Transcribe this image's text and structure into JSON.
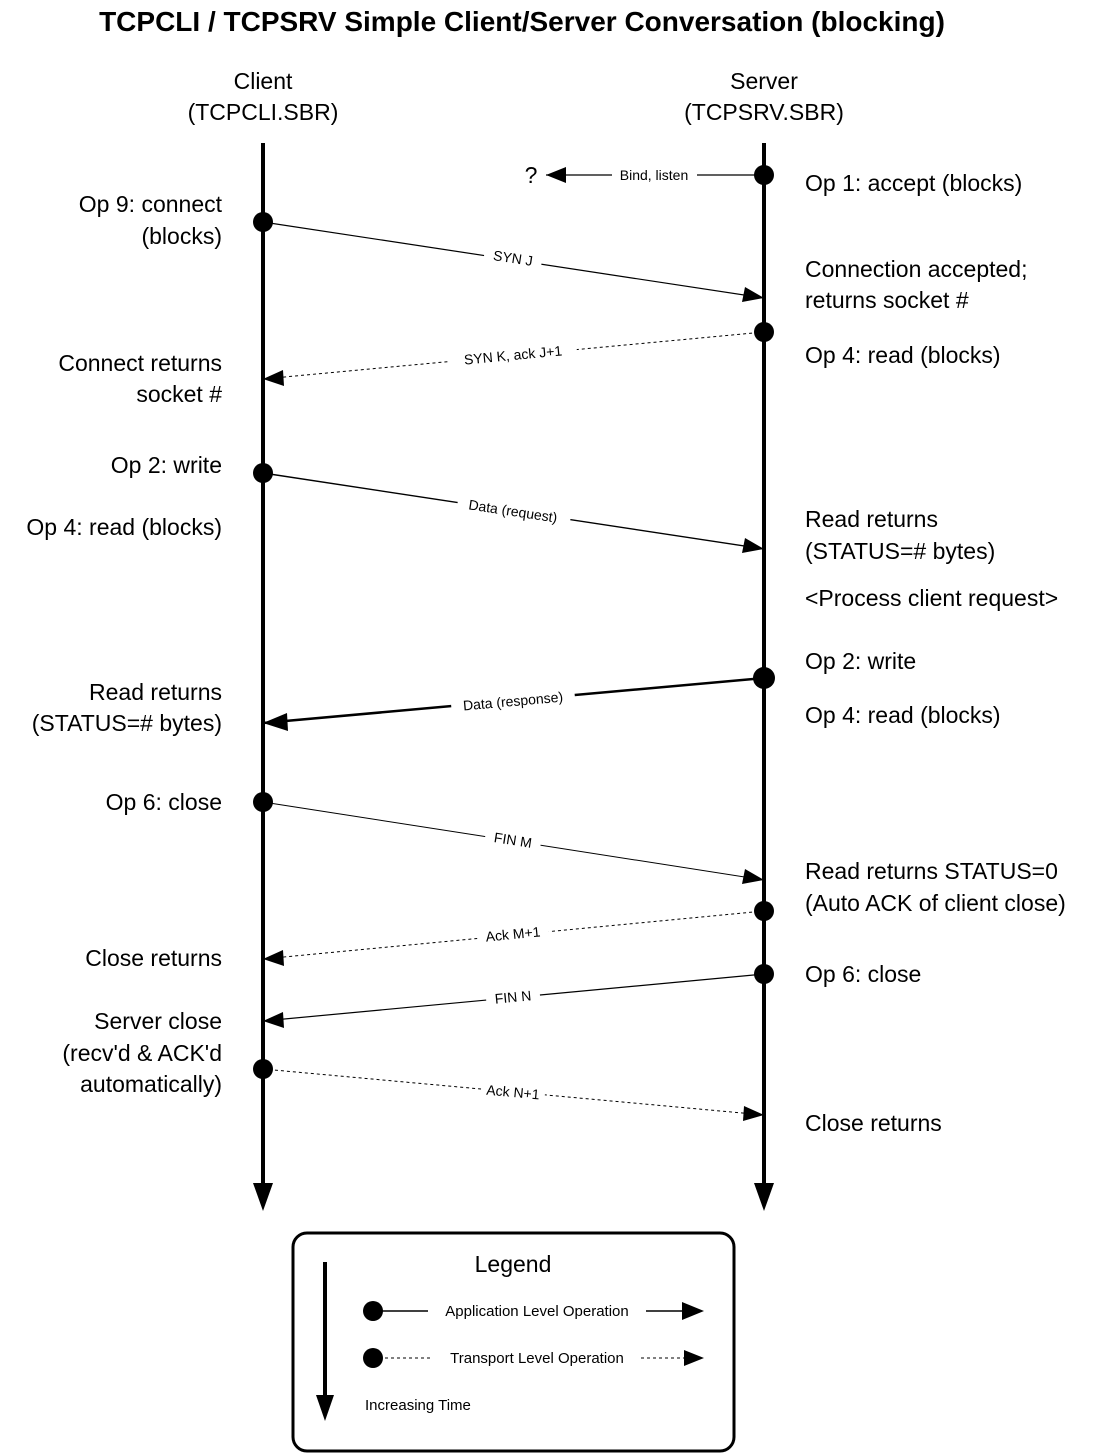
{
  "title": "TCPCLI / TCPSRV Simple Client/Server Conversation (blocking)",
  "client": {
    "name": "Client",
    "program": "(TCPCLI.SBR)"
  },
  "server": {
    "name": "Server",
    "program": "(TCPSRV.SBR)"
  },
  "messages": [
    {
      "id": "bind",
      "label": "Bind, listen",
      "from": "server",
      "to": "unknown",
      "level": "application",
      "target_label": "?"
    },
    {
      "id": "syn-j",
      "label": "SYN J",
      "from": "client",
      "to": "server",
      "level": "application"
    },
    {
      "id": "syn-k",
      "label": "SYN K, ack J+1",
      "from": "server",
      "to": "client",
      "level": "transport"
    },
    {
      "id": "data-req",
      "label": "Data (request)",
      "from": "client",
      "to": "server",
      "level": "application"
    },
    {
      "id": "data-resp",
      "label": "Data (response)",
      "from": "server",
      "to": "client",
      "level": "application"
    },
    {
      "id": "fin-m",
      "label": "FIN M",
      "from": "client",
      "to": "server",
      "level": "application"
    },
    {
      "id": "ack-m",
      "label": "Ack M+1",
      "from": "server",
      "to": "client",
      "level": "transport"
    },
    {
      "id": "fin-n",
      "label": "FIN N",
      "from": "server",
      "to": "client",
      "level": "application"
    },
    {
      "id": "ack-n",
      "label": "Ack N+1",
      "from": "client",
      "to": "server",
      "level": "transport"
    }
  ],
  "client_notes": [
    [
      "Op 9: connect",
      "(blocks)"
    ],
    [
      "Connect returns",
      "socket #"
    ],
    [
      "Op 2: write"
    ],
    [
      "Op 4: read (blocks)"
    ],
    [
      "Read returns",
      "(STATUS=# bytes)"
    ],
    [
      "Op 6: close"
    ],
    [
      "Close returns"
    ],
    [
      "Server close",
      "(recv'd & ACK'd",
      "automatically)"
    ]
  ],
  "server_notes": [
    [
      "Op 1: accept (blocks)"
    ],
    [
      "Connection accepted;",
      "returns socket #"
    ],
    [
      "Op 4: read (blocks)"
    ],
    [
      "Read returns",
      "(STATUS=# bytes)"
    ],
    [
      "<Process client request>"
    ],
    [
      "Op 2: write"
    ],
    [
      "Op 4: read (blocks)"
    ],
    [
      "Read returns STATUS=0",
      "(Auto ACK of client close)"
    ],
    [
      "Op 6: close"
    ],
    [
      "Close returns"
    ]
  ],
  "legend": {
    "title": "Legend",
    "application": "Application Level Operation",
    "transport": "Transport Level Operation",
    "time": "Increasing Time"
  }
}
